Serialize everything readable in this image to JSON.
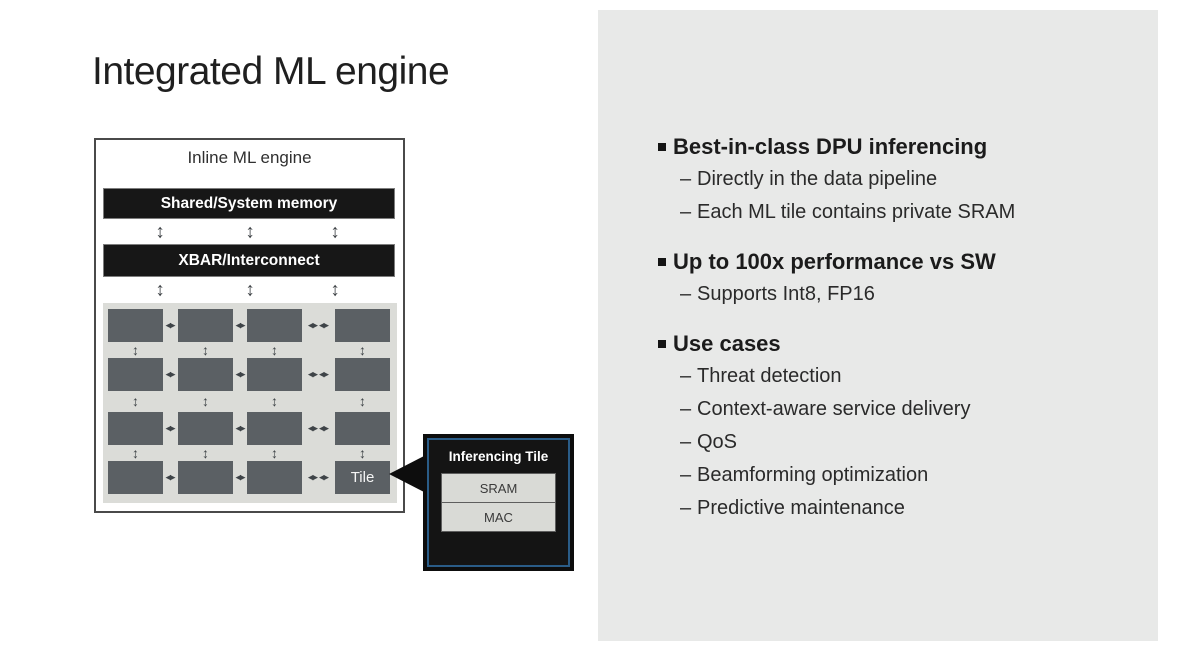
{
  "slide": {
    "title": "Integrated ML engine"
  },
  "diagram": {
    "box_title": "Inline ML engine",
    "memory_label": "Shared/System memory",
    "xbar_label": "XBAR/Interconnect",
    "tile_label": "Tile",
    "grid_rows": 4,
    "grid_cols": 4
  },
  "callout": {
    "title": "Inferencing Tile",
    "items": [
      "SRAM",
      "MAC"
    ]
  },
  "bullets": [
    {
      "heading": "Best-in-class DPU inferencing",
      "sub": [
        "Directly in the data pipeline",
        "Each ML tile contains private SRAM"
      ]
    },
    {
      "heading": "Up to 100x performance vs SW",
      "sub": [
        "Supports Int8, FP16"
      ]
    },
    {
      "heading": "Use cases",
      "sub": [
        "Threat detection",
        "Context-aware service delivery",
        "QoS",
        "Beamforming optimization",
        "Predictive maintenance"
      ]
    }
  ],
  "markers": {
    "dash": "–"
  },
  "icons": {
    "h_arrow": "◂▸",
    "v_arrow": "↕"
  },
  "colors": {
    "panel_bg": "#e8e9e8",
    "bar_bg": "#171717",
    "tile_fill": "#5b6064",
    "grid_bg": "#dbdcd8",
    "callout_border_blue": "#2a5c87",
    "callout_bg": "#141414",
    "text_dark": "#1b1b1b"
  }
}
